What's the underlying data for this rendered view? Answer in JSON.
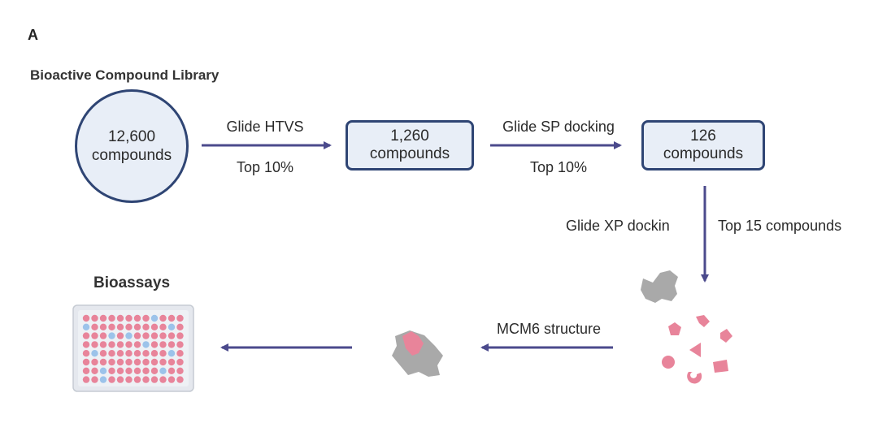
{
  "panel_label": "A",
  "library": {
    "title": "Bioactive Compound Library",
    "count": "12,600",
    "unit": "compounds"
  },
  "stage1": {
    "method": "Glide HTVS",
    "filter": "Top 10%",
    "count": "1,260",
    "unit": "compounds"
  },
  "stage2": {
    "method": "Glide SP docking",
    "filter": "Top 10%",
    "count": "126",
    "unit": "compounds"
  },
  "stage3": {
    "method": "Glide XP dockin",
    "filter": "Top 15 compounds"
  },
  "structure_label": "MCM6 structure",
  "assay_label": "Bioassays",
  "colors": {
    "node_fill": "#e8eef7",
    "node_border": "#2f4574",
    "arrow": "#4b4a8c",
    "ligand_pink": "#e8849a",
    "protein_gray": "#a6a6a6",
    "well_blue": "#9cc3ea"
  },
  "icons": [
    "protein-icon",
    "ligand-shapes-icon",
    "protein-ligand-complex-icon",
    "well-plate-icon"
  ]
}
